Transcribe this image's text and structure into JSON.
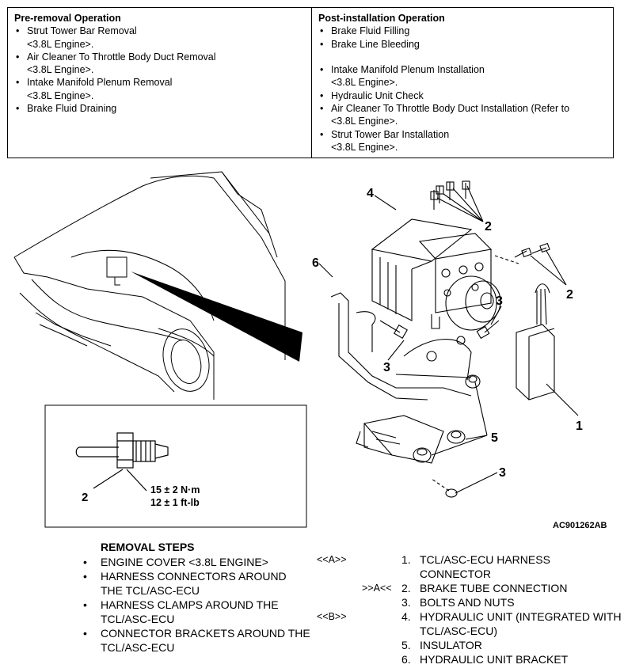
{
  "pre_removal": {
    "heading": "Pre-removal Operation",
    "items": [
      {
        "line1": "Strut Tower Bar Removal",
        "line2": "<3.8L Engine>."
      },
      {
        "line1": "Air Cleaner To Throttle Body Duct Removal",
        "line2": "<3.8L Engine>."
      },
      {
        "line1": "Intake Manifold Plenum Removal",
        "line2": "<3.8L Engine>."
      },
      {
        "line1": "Brake Fluid Draining",
        "line2": ""
      }
    ]
  },
  "post_installation": {
    "heading": "Post-installation Operation",
    "items": [
      {
        "line1": "Brake Fluid Filling",
        "line2": ""
      },
      {
        "line1": "Brake Line Bleeding",
        "line2": ""
      },
      {
        "line1": "Intake Manifold Plenum Installation",
        "line2": "<3.8L Engine>."
      },
      {
        "line1": "Hydraulic Unit Check",
        "line2": ""
      },
      {
        "line1": "Air Cleaner To Throttle Body Duct Installation (Refer to",
        "line2": "<3.8L Engine>."
      },
      {
        "line1": "Strut Tower Bar Installation",
        "line2": "<3.8L Engine>."
      }
    ]
  },
  "figure": {
    "callouts": [
      "1",
      "2",
      "2",
      "2",
      "3",
      "3",
      "3",
      "4",
      "5",
      "6"
    ],
    "torque_line1": "15 ± 2 N·m",
    "torque_line2": "12 ± 1 ft-lb",
    "detail_callout": "2",
    "figure_code": "AC901262AB"
  },
  "removal_steps": {
    "title": "REMOVAL STEPS",
    "bullets": [
      "ENGINE COVER <3.8L ENGINE>",
      "HARNESS CONNECTORS AROUND THE TCL/ASC-ECU",
      "HARNESS CLAMPS AROUND THE TCL/ASC-ECU",
      "CONNECTOR BRACKETS AROUND THE TCL/ASC-ECU"
    ],
    "steps": [
      {
        "mark_left": "<<A>>",
        "mark_right": "",
        "num": "1.",
        "text": "TCL/ASC-ECU HARNESS CONNECTOR"
      },
      {
        "mark_left": "",
        "mark_right": ">>A<<",
        "num": "2.",
        "text": "BRAKE TUBE CONNECTION"
      },
      {
        "mark_left": "",
        "mark_right": "",
        "num": "3.",
        "text": "BOLTS AND NUTS"
      },
      {
        "mark_left": "<<B>>",
        "mark_right": "",
        "num": "4.",
        "text": "HYDRAULIC UNIT (INTEGRATED WITH TCL/ASC-ECU)"
      },
      {
        "mark_left": "",
        "mark_right": "",
        "num": "5.",
        "text": "INSULATOR"
      },
      {
        "mark_left": "",
        "mark_right": "",
        "num": "6.",
        "text": "HYDRAULIC UNIT BRACKET"
      }
    ]
  }
}
